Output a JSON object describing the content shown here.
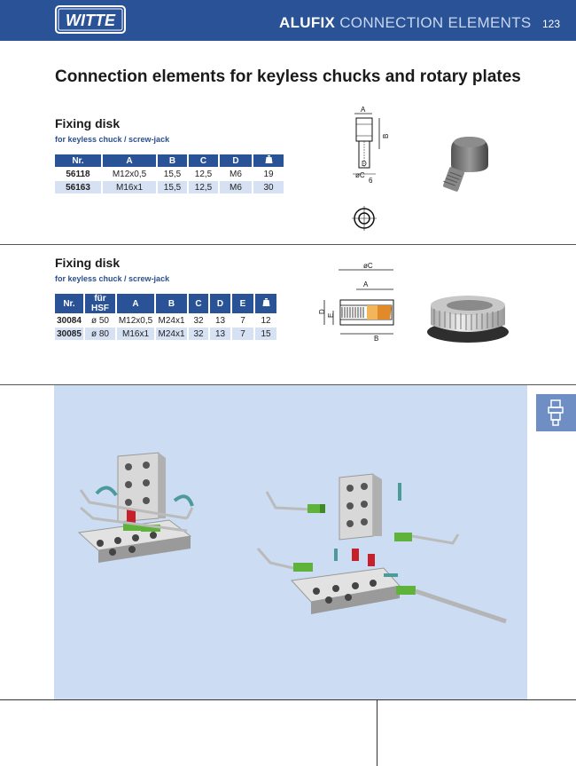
{
  "header": {
    "logo_text": "WITTE",
    "brand_bold": "ALUFIX",
    "brand_rest": "CONNECTION ELEMENTS",
    "page_number": "123"
  },
  "page_title": "Connection elements for keyless chucks and rotary plates",
  "section1": {
    "title": "Fixing disk",
    "subtitle": "for keyless chuck / screw-jack",
    "columns": [
      "Nr.",
      "A",
      "B",
      "C",
      "D",
      "weight-icon"
    ],
    "rows": [
      [
        "56118",
        "M12x0,5",
        "15,5",
        "12,5",
        "M6",
        "19"
      ],
      [
        "56163",
        "M16x1",
        "15,5",
        "12,5",
        "M6",
        "30"
      ]
    ],
    "diagram_labels": {
      "a": "A",
      "b": "B",
      "c": "øC",
      "d": "D",
      "e": "6"
    }
  },
  "section2": {
    "title": "Fixing disk",
    "subtitle": "for keyless chuck / screw-jack",
    "columns": [
      "Nr.",
      "für HSF",
      "A",
      "B",
      "C",
      "D",
      "E",
      "weight-icon"
    ],
    "rows": [
      [
        "30084",
        "ø 50",
        "M12x0,5",
        "M24x1",
        "32",
        "13",
        "7",
        "12"
      ],
      [
        "30085",
        "ø 80",
        "M16x1",
        "M24x1",
        "32",
        "13",
        "7",
        "15"
      ]
    ],
    "diagram_labels": {
      "c": "øC",
      "a": "A",
      "d": "D",
      "e": "E",
      "b": "B"
    }
  },
  "colors": {
    "brand_blue": "#2a5296",
    "panel_blue": "#ccddf3",
    "row_alt": "#d6e1f3",
    "accent_green": "#5fb33a",
    "accent_red": "#c8202a"
  }
}
